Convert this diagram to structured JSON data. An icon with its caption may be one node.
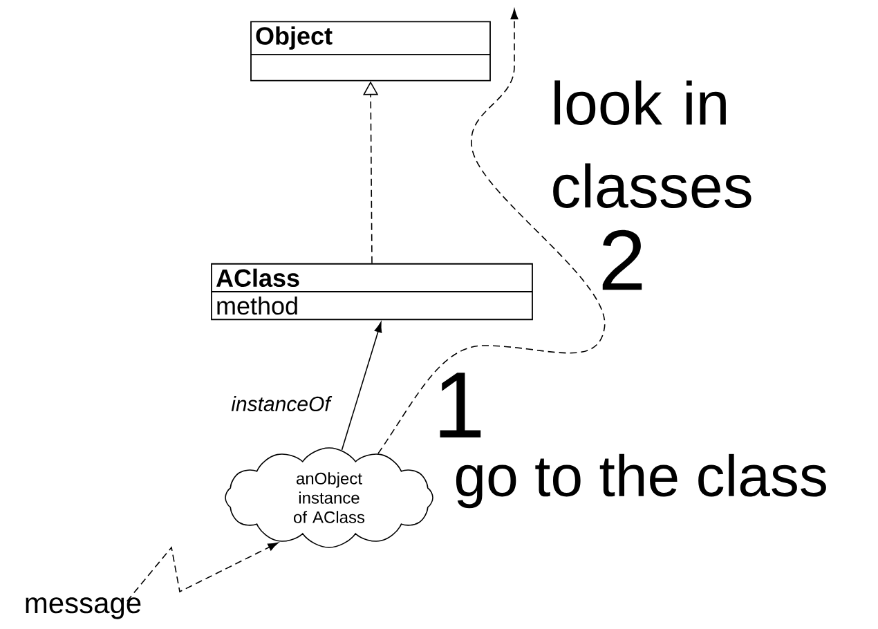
{
  "diagram": {
    "nodes": [
      {
        "text": [
          "Object"
        ]
      },
      {
        "text": [
          "AClass",
          "method"
        ]
      },
      {
        "text": [
          "anObject instance of AClass"
        ]
      },
      {
        "text": [
          "message"
        ]
      }
    ],
    "edges": [
      {
        "from": 1,
        "to": 0,
        "arrow": "to",
        "style": "dashed"
      },
      {
        "from": 2,
        "to": 1,
        "arrow": "to",
        "label": "instanceOf"
      },
      {
        "from": 2,
        "to": null,
        "arrow": "to",
        "style": "dashed"
      },
      {
        "from": 3,
        "to": 2,
        "arrow": "to",
        "style": "dashed"
      }
    ],
    "labels": [
      "look in classes",
      "2",
      "1",
      "go to the class"
    ]
  }
}
